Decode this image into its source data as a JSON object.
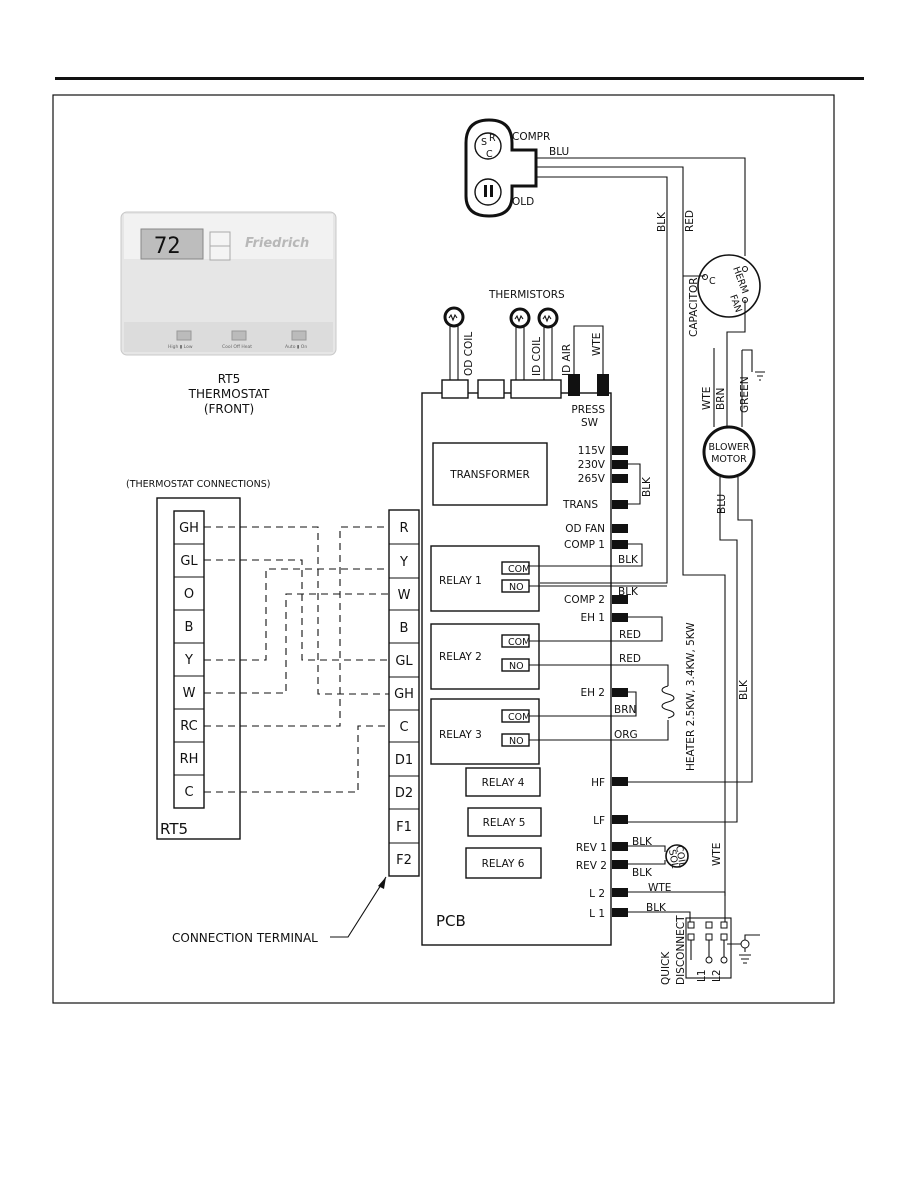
{
  "thermostat": {
    "display": "72",
    "brand": "Friedrich",
    "caption": [
      "RT5",
      "THERMOSTAT",
      "(FRONT)"
    ],
    "button_labels": [
      "High ▮ Low",
      "Cool  Off  Heat",
      "Auto ▮ On"
    ]
  },
  "thermostat_connections": {
    "title": "(THERMOSTAT CONNECTIONS)",
    "name": "RT5",
    "terminals": [
      "GH",
      "GL",
      "O",
      "B",
      "Y",
      "W",
      "RC",
      "RH",
      "C"
    ]
  },
  "connection_terminal": {
    "terminals": [
      "R",
      "Y",
      "W",
      "B",
      "GL",
      "GH",
      "C",
      "D1",
      "D2",
      "F1",
      "F2"
    ],
    "callout": "CONNECTION TERMINAL"
  },
  "pcb": {
    "name": "PCB",
    "transformer": "TRANSFORMER",
    "relays": [
      "RELAY 1",
      "RELAY 2",
      "RELAY 3",
      "RELAY 4",
      "RELAY 5",
      "RELAY 6"
    ],
    "com": "COM",
    "no": "NO",
    "press_sw": [
      "PRESS",
      "SW"
    ],
    "pin_labels": {
      "v115": "115V",
      "v230": "230V",
      "v265": "265V",
      "trans": "TRANS",
      "od_fan": "OD FAN",
      "comp1": "COMP 1",
      "comp2": "COMP 2",
      "eh1": "EH 1",
      "eh2": "EH 2",
      "hf": "HF",
      "lf": "LF",
      "rev1": "REV 1",
      "rev2": "REV 2",
      "l2": "L 2",
      "l1": "L 1"
    }
  },
  "thermistors": {
    "title": "THERMISTORS",
    "labels": [
      "OD COIL",
      "ID COIL",
      "ID AIR"
    ],
    "wte": "WTE"
  },
  "compressor": {
    "compr": "COMPR",
    "old": "OLD",
    "terminals": [
      "S",
      "R",
      "C"
    ]
  },
  "fan_capacitor": {
    "c": "C",
    "herm": "HERM",
    "fan": "FAN",
    "label": "CAPACITOR"
  },
  "blower_motor": [
    "BLOWER",
    "MOTOR"
  ],
  "heater": "HEATER 2.5KW, 3.4KW, 5KW",
  "coil": [
    "COIL",
    "SOL"
  ],
  "quick_disconnect": {
    "label": [
      "QUICK",
      "DISCONNECT"
    ],
    "l1": "L1",
    "l2": "L2"
  },
  "wire_colors": {
    "blu": "BLU",
    "blk": "BLK",
    "red": "RED",
    "wte": "WTE",
    "brn": "BRN",
    "green": "GREEN",
    "org": "ORG"
  }
}
